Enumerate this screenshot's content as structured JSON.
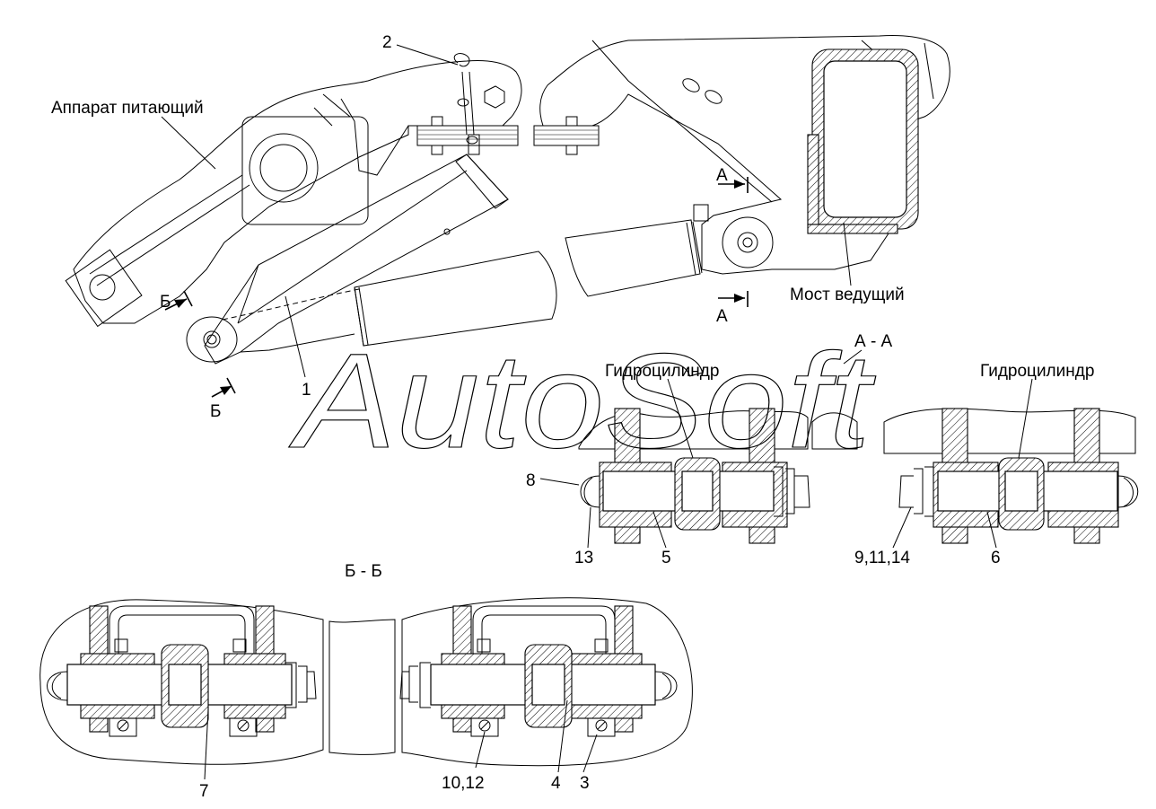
{
  "labels": {
    "feeder": "Аппарат питающий",
    "axle": "Мост ведущий",
    "cyl_left": "Гидроцилиндр",
    "cyl_right": "Гидроцилиндр",
    "section_aa": "А - А",
    "section_bb": "Б - Б",
    "watermark": "AutoSoft"
  },
  "section_marks": {
    "a_top": "А",
    "a_bottom": "А",
    "b_top": "Б",
    "b_bottom": "Б"
  },
  "callouts": {
    "c1": "1",
    "c2": "2",
    "c3": "3",
    "c4": "4",
    "c5": "5",
    "c6": "6",
    "c7": "7",
    "c8": "8",
    "c9": "9,11,14",
    "c10": "10,12",
    "c13": "13"
  }
}
